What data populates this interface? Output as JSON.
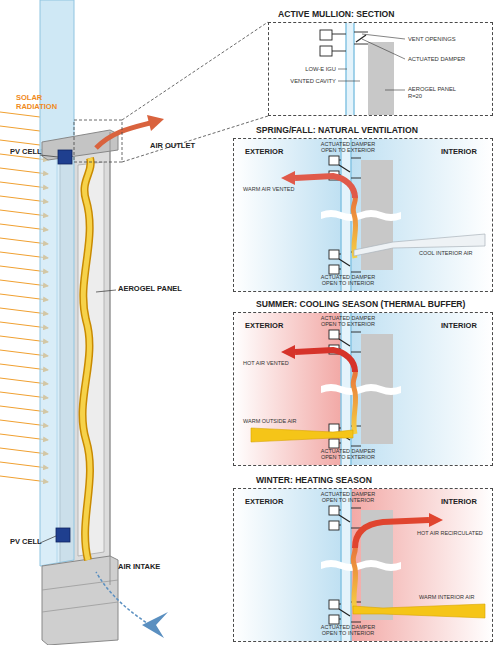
{
  "diagram": {
    "nodes": [
      {
        "text": [
          "ACTIVE MULLION: SECTION"
        ]
      },
      {
        "text": [
          "SPRING/FALL: NATURAL VENTILATION"
        ]
      },
      {
        "text": [
          "SUMMER: COOLING SEASON (THERMAL BUFFER)"
        ]
      },
      {
        "text": [
          "WINTER: HEATING SEASON"
        ]
      }
    ],
    "labels": [
      "AIR OUTLET",
      "PV CELL",
      "SOLAR RADIATION",
      "AEROGEL PANEL",
      "PV CELL",
      "AIR INTAKE",
      "VENT OPENINGS",
      "ACTUATED DAMPER",
      "LOW-E IGU",
      "VENTED CAVITY",
      "AEROGEL PANEL R=20",
      "EXTERIOR",
      "INTERIOR",
      "ACTUATED DAMPER OPEN TO EXTERIOR",
      "WARM AIR VENTED",
      "COOL INTERIOR AIR",
      "ACTUATED DAMPER OPEN TO INTERIOR",
      "EXTERIOR",
      "INTERIOR",
      "ACTUATED DAMPER OPEN TO EXTERIOR",
      "HOT AIR VENTED",
      "WARM OUTSIDE AIR",
      "ACTUATED DAMPER OPEN TO EXTERIOR",
      "EXTERIOR",
      "INTERIOR",
      "ACTUATED DAMPER OPEN TO INTERIOR",
      "HOT AIR RECIRCULATED",
      "WARM INTERIOR AIR",
      "ACTUATED DAMPER OPEN TO INTERIOR"
    ]
  }
}
